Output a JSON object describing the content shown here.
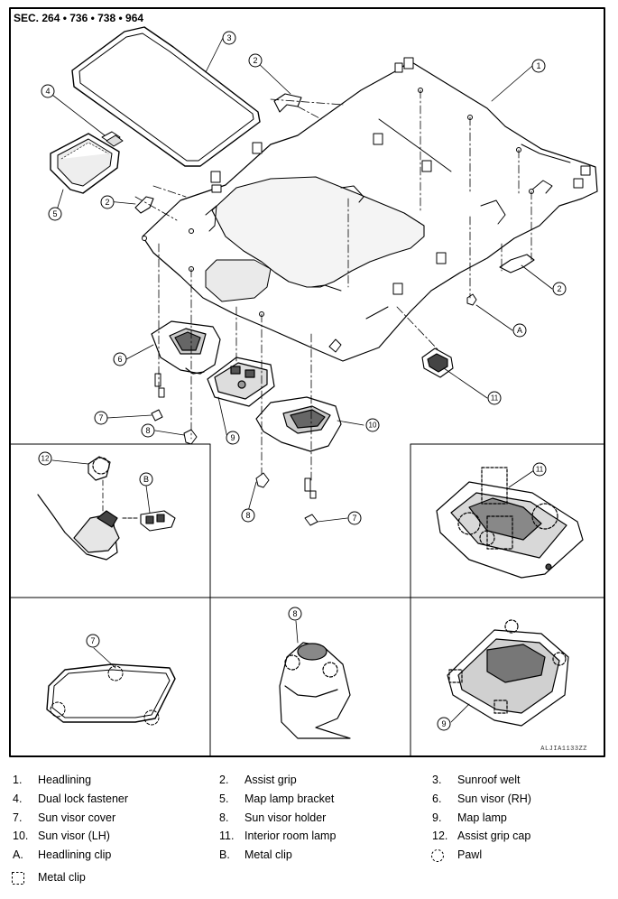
{
  "section_label": "SEC. 264 • 736 • 738 • 964",
  "figure_code": "ALJIA1133ZZ",
  "callouts": {
    "c1": "1",
    "c2a": "2",
    "c2b": "2",
    "c2c": "2",
    "c3": "3",
    "c4": "4",
    "c5": "5",
    "c6": "6",
    "c7a": "7",
    "c7b": "7",
    "c7c": "7",
    "c8a": "8",
    "c8b": "8",
    "c8c": "8",
    "c9a": "9",
    "c9b": "9",
    "c10": "10",
    "c11a": "11",
    "c11b": "11",
    "c12": "12",
    "cA": "A",
    "cB": "B"
  },
  "legend": [
    {
      "num": "1.",
      "label": "Headlining"
    },
    {
      "num": "2.",
      "label": "Assist grip"
    },
    {
      "num": "3.",
      "label": "Sunroof welt"
    },
    {
      "num": "4.",
      "label": "Dual lock fastener"
    },
    {
      "num": "5.",
      "label": "Map lamp bracket"
    },
    {
      "num": "6.",
      "label": "Sun visor (RH)"
    },
    {
      "num": "7.",
      "label": "Sun visor cover"
    },
    {
      "num": "8.",
      "label": "Sun visor holder"
    },
    {
      "num": "9.",
      "label": "Map lamp"
    },
    {
      "num": "10.",
      "label": "Sun visor (LH)"
    },
    {
      "num": "11.",
      "label": "Interior room lamp"
    },
    {
      "num": "12.",
      "label": "Assist grip cap"
    },
    {
      "num": "A.",
      "label": "Headlining clip"
    },
    {
      "num": "B.",
      "label": "Metal clip"
    },
    {
      "num": "",
      "label": "Pawl",
      "symbol": "pawl-circle"
    },
    {
      "num": "",
      "label": "Metal clip",
      "symbol": "metal-clip-square"
    }
  ]
}
